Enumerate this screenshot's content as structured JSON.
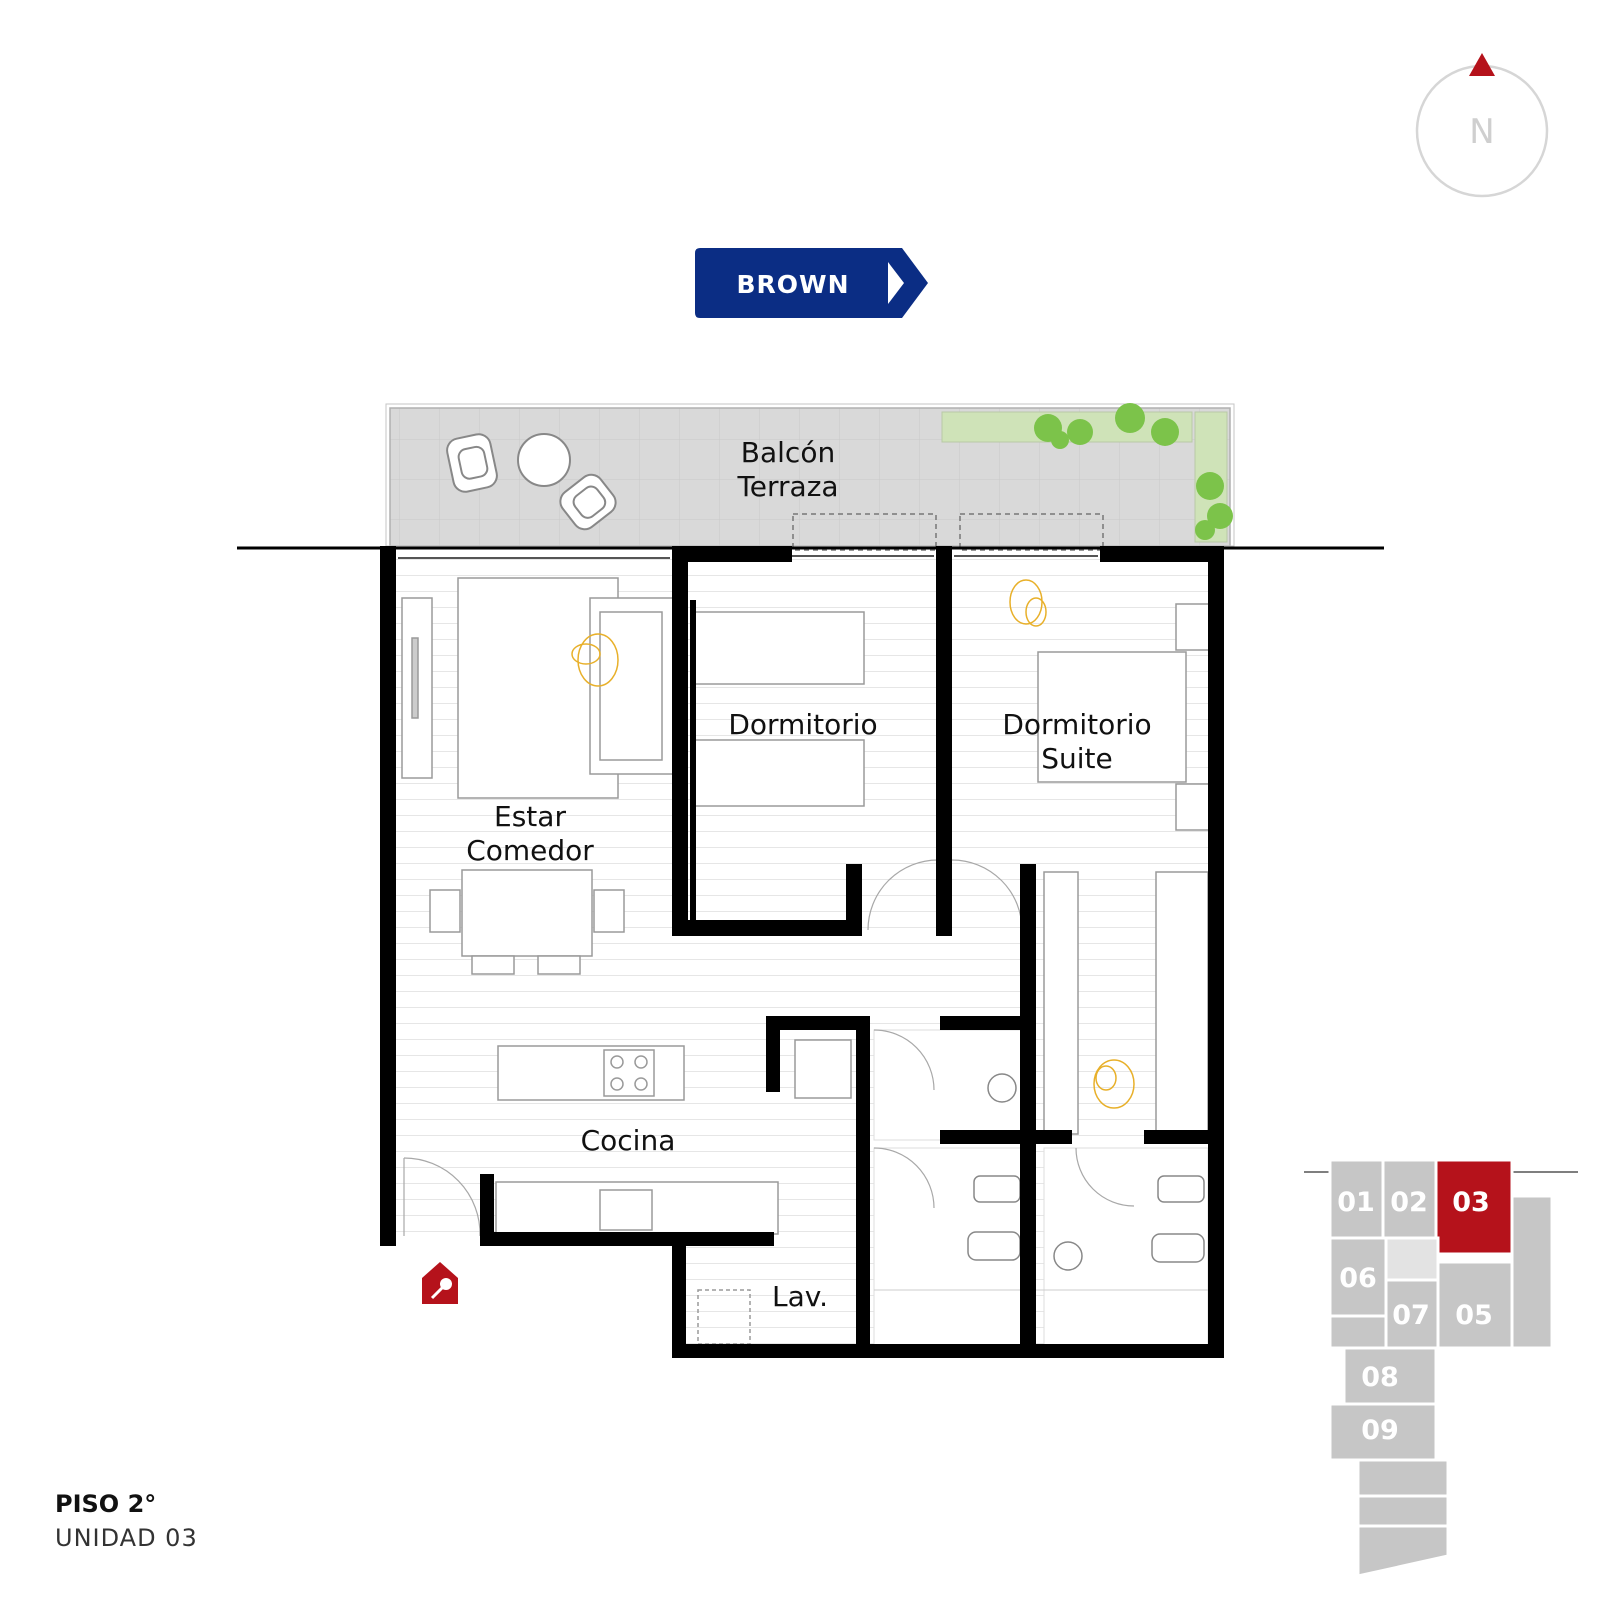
{
  "compass": {
    "label": "N"
  },
  "street": {
    "label": "BROWN"
  },
  "rooms": {
    "balcon_line1": "Balcón",
    "balcon_line2": "Terraza",
    "dormitorio": "Dormitorio",
    "suite_line1": "Dormitorio",
    "suite_line2": "Suite",
    "estar_line1": "Estar",
    "estar_line2": "Comedor",
    "cocina": "Cocina",
    "lav": "Lav."
  },
  "key_plan": {
    "units": [
      "01",
      "02",
      "03",
      "06",
      "07",
      "05",
      "08",
      "09"
    ],
    "highlighted": "03"
  },
  "footer": {
    "floor": "PISO 2°",
    "unit": "UNIDAD 03"
  },
  "colors": {
    "wall": "#000000",
    "balcony": "#d9d9d9",
    "accent_red": "#b5121b",
    "street_blue": "#0b2d84",
    "key_grey": "#c6c6c6",
    "plant_green": "#7cc34a"
  }
}
